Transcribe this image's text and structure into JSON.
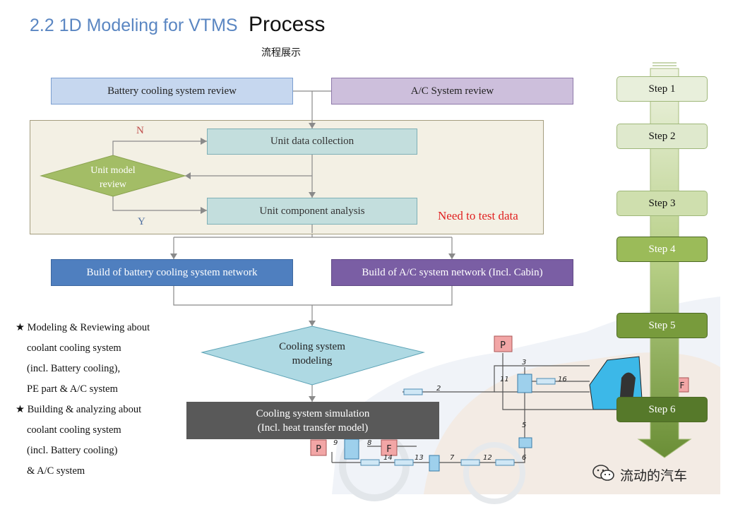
{
  "header": {
    "title_section": "2.2 1D Modeling for VTMS",
    "title_main": "Process",
    "subtitle": "流程展示"
  },
  "flow": {
    "battery_review": "Battery  cooling  system  review",
    "ac_review": "A/C System  review",
    "unit_data": "Unit  data  collection",
    "unit_model_review": [
      "Unit  model",
      "review"
    ],
    "n_label": "N",
    "y_label": "Y",
    "unit_component": "Unit  component  analysis",
    "need_test": "Need to test data",
    "build_battery": "Build  of battery  cooling  system  network",
    "build_ac": "Build  of A/C system  network  (Incl.  Cabin)",
    "cooling_modeling": [
      "Cooling  system",
      "modeling"
    ],
    "cooling_simulation": [
      "Cooling  system  simulation",
      "(Incl.  heat  transfer  model)"
    ]
  },
  "notes": {
    "lines": [
      "★ Modeling  & Reviewing  about",
      "coolant  cooling  system",
      "(incl.  Battery  cooling),",
      "PE part & A/C system",
      "★ Building  &  analyzing  about",
      "coolant  cooling  system",
      "(incl.  Battery  cooling)",
      "& A/C system"
    ]
  },
  "steps": [
    {
      "label": "Step 1",
      "bg": "#e8efdb",
      "fg": "#111"
    },
    {
      "label": "Step 2",
      "bg": "#dfe9cd",
      "fg": "#111"
    },
    {
      "label": "Step 3",
      "bg": "#cfdfae",
      "fg": "#111"
    },
    {
      "label": "Step 4",
      "bg": "#9bbb59",
      "fg": "#ffffff"
    },
    {
      "label": "Step 5",
      "bg": "#789b3c",
      "fg": "#ffffff"
    },
    {
      "label": "Step 6",
      "bg": "#56792a",
      "fg": "#ffffff"
    }
  ],
  "schematic": {
    "labels": [
      "P",
      "P",
      "F",
      "F",
      "2",
      "3",
      "5",
      "6",
      "7",
      "8",
      "9",
      "11",
      "12",
      "13",
      "14",
      "16"
    ]
  },
  "watermark": {
    "text": "流动的汽车"
  }
}
